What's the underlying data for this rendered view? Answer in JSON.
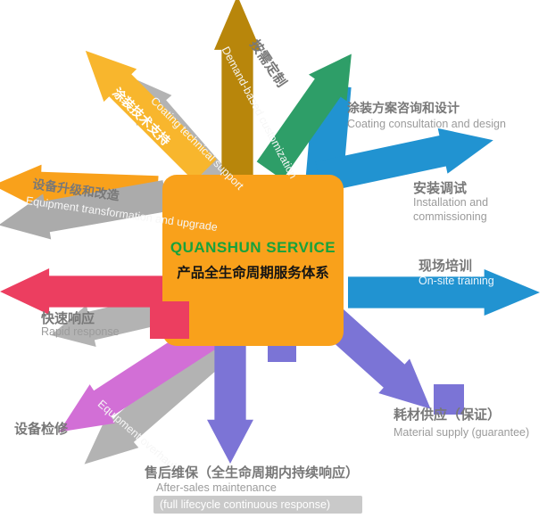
{
  "center": {
    "title": "QUANSHUN SERVICE",
    "subtitle": "产品全生命周期服务体系"
  },
  "colors": {
    "center_bg": "#F9A11B",
    "shadow": "#B3B3B3",
    "bar": "#C9C9C9",
    "title_green": "#17A23C"
  },
  "services": [
    {
      "name": "demand-customization",
      "zh": "按需定制",
      "en": "Demand-based customization",
      "color": "#B8860B"
    },
    {
      "name": "coating-technical-support",
      "zh": "涂装技术支持",
      "en": "Coating technical support",
      "color": "#F8B62D"
    },
    {
      "name": "equipment-upgrade",
      "zh": "设备升级和改造",
      "en": "Equipment transformation and upgrade",
      "color": "#ABABAB"
    },
    {
      "name": "rapid-response",
      "zh": "快速响应",
      "en": "Rapid response",
      "color": "#EC3E60"
    },
    {
      "name": "equipment-overhaul",
      "zh": "设备检修",
      "en": "Equipment overhaul",
      "color": "#D26FD6"
    },
    {
      "name": "after-sales-maintenance",
      "zh": "售后维保（全生命周期内持续响应）",
      "en1": "After-sales maintenance",
      "en2": "(full lifecycle continuous response)",
      "color": "#7C74D6"
    },
    {
      "name": "material-supply",
      "zh": "耗材供应（保证）",
      "en": "Material supply (guarantee)",
      "color": "#7B74D6"
    },
    {
      "name": "on-site-training",
      "zh": "现场培训",
      "en": "On-site training",
      "color": "#2193D1"
    },
    {
      "name": "installation-commissioning",
      "zh": "安装调试",
      "en1": "Installation and",
      "en2": "commissioning",
      "color": "#2193D1"
    },
    {
      "name": "coating-consultation",
      "zh": "涂装方案咨询和设计",
      "en": "Coating consultation and design",
      "color": "#2E9E68"
    }
  ]
}
